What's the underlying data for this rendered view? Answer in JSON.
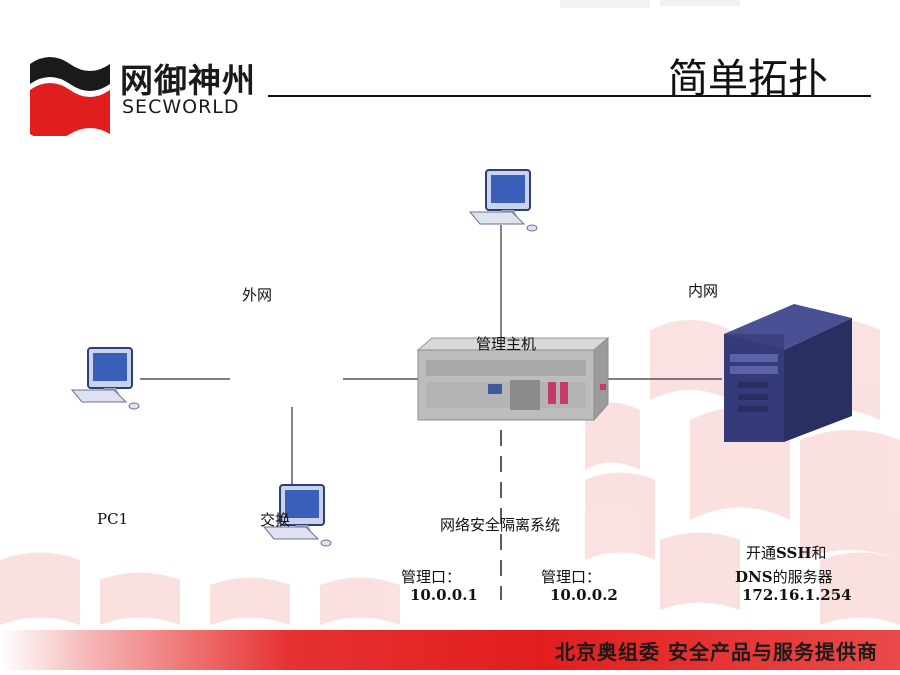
{
  "header": {
    "logo_cn": "网御神州",
    "logo_en": "SECWORLD",
    "title": "简单拓扑"
  },
  "labels": {
    "outer_network": "外网",
    "inner_network": "内网",
    "mgmt_host": "管理主机",
    "pc1": "PC1",
    "switch": "交换",
    "isolation_system": "网络安全隔离系统",
    "mgmt_port_1": "管理口：",
    "mgmt_port_1_ip": "10.0.0.1",
    "mgmt_port_2": "管理口：",
    "mgmt_port_2_ip": "10.0.0.2",
    "server_line1_prefix": "开通",
    "server_line1_bold": "SSH",
    "server_line1_suffix": "和",
    "server_line2_bold": "DNS",
    "server_line2_suffix": "的服务器",
    "server_ip": "172.16.1.254"
  },
  "footer": {
    "text": "北京奥组委 安全产品与服务提供商"
  },
  "colors": {
    "brand_red": "#e21d1d",
    "monitor_blue": "#3a5fb8",
    "server_navy": "#2f3470"
  }
}
